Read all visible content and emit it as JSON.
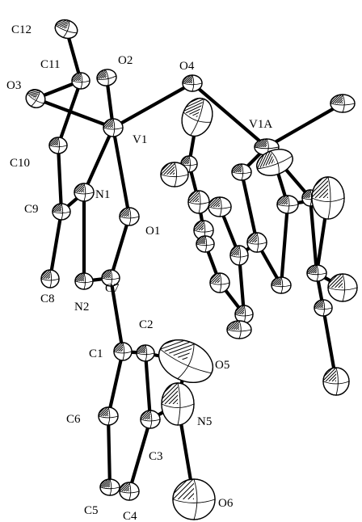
{
  "figure": {
    "atom_labels": {
      "C12": "C12",
      "C11": "C11",
      "O2": "O2",
      "O4": "O4",
      "O3": "O3",
      "V1": "V1",
      "V1A": "V1A",
      "C10": "C10",
      "N1": "N1",
      "C9": "C9",
      "O1": "O1",
      "C8": "C8",
      "N2": "N2",
      "C7": "C7",
      "C2": "C2",
      "C1": "C1",
      "O5": "O5",
      "C6": "C6",
      "N5": "N5",
      "C3": "C3",
      "C5": "C5",
      "C4": "C4",
      "O6": "O6"
    },
    "colors": {
      "ink": "#000000",
      "background": "#ffffff"
    }
  }
}
